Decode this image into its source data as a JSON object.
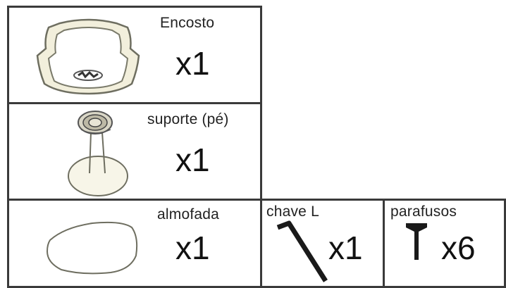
{
  "parts": [
    {
      "name": "Encosto",
      "qty": "x1",
      "icon": "backrest-icon"
    },
    {
      "name": "suporte (pé)",
      "qty": "x1",
      "icon": "chair-base-icon"
    },
    {
      "name": "almofada",
      "qty": "x1",
      "icon": "cushion-icon"
    },
    {
      "name": "chave L",
      "qty": "x1",
      "icon": "l-key-icon"
    },
    {
      "name": "parafusos",
      "qty": "x6",
      "icon": "screw-icon"
    }
  ],
  "colors": {
    "border": "#3a3a3a",
    "outline": "#7a7a6a",
    "fill": "#f2efdc"
  }
}
